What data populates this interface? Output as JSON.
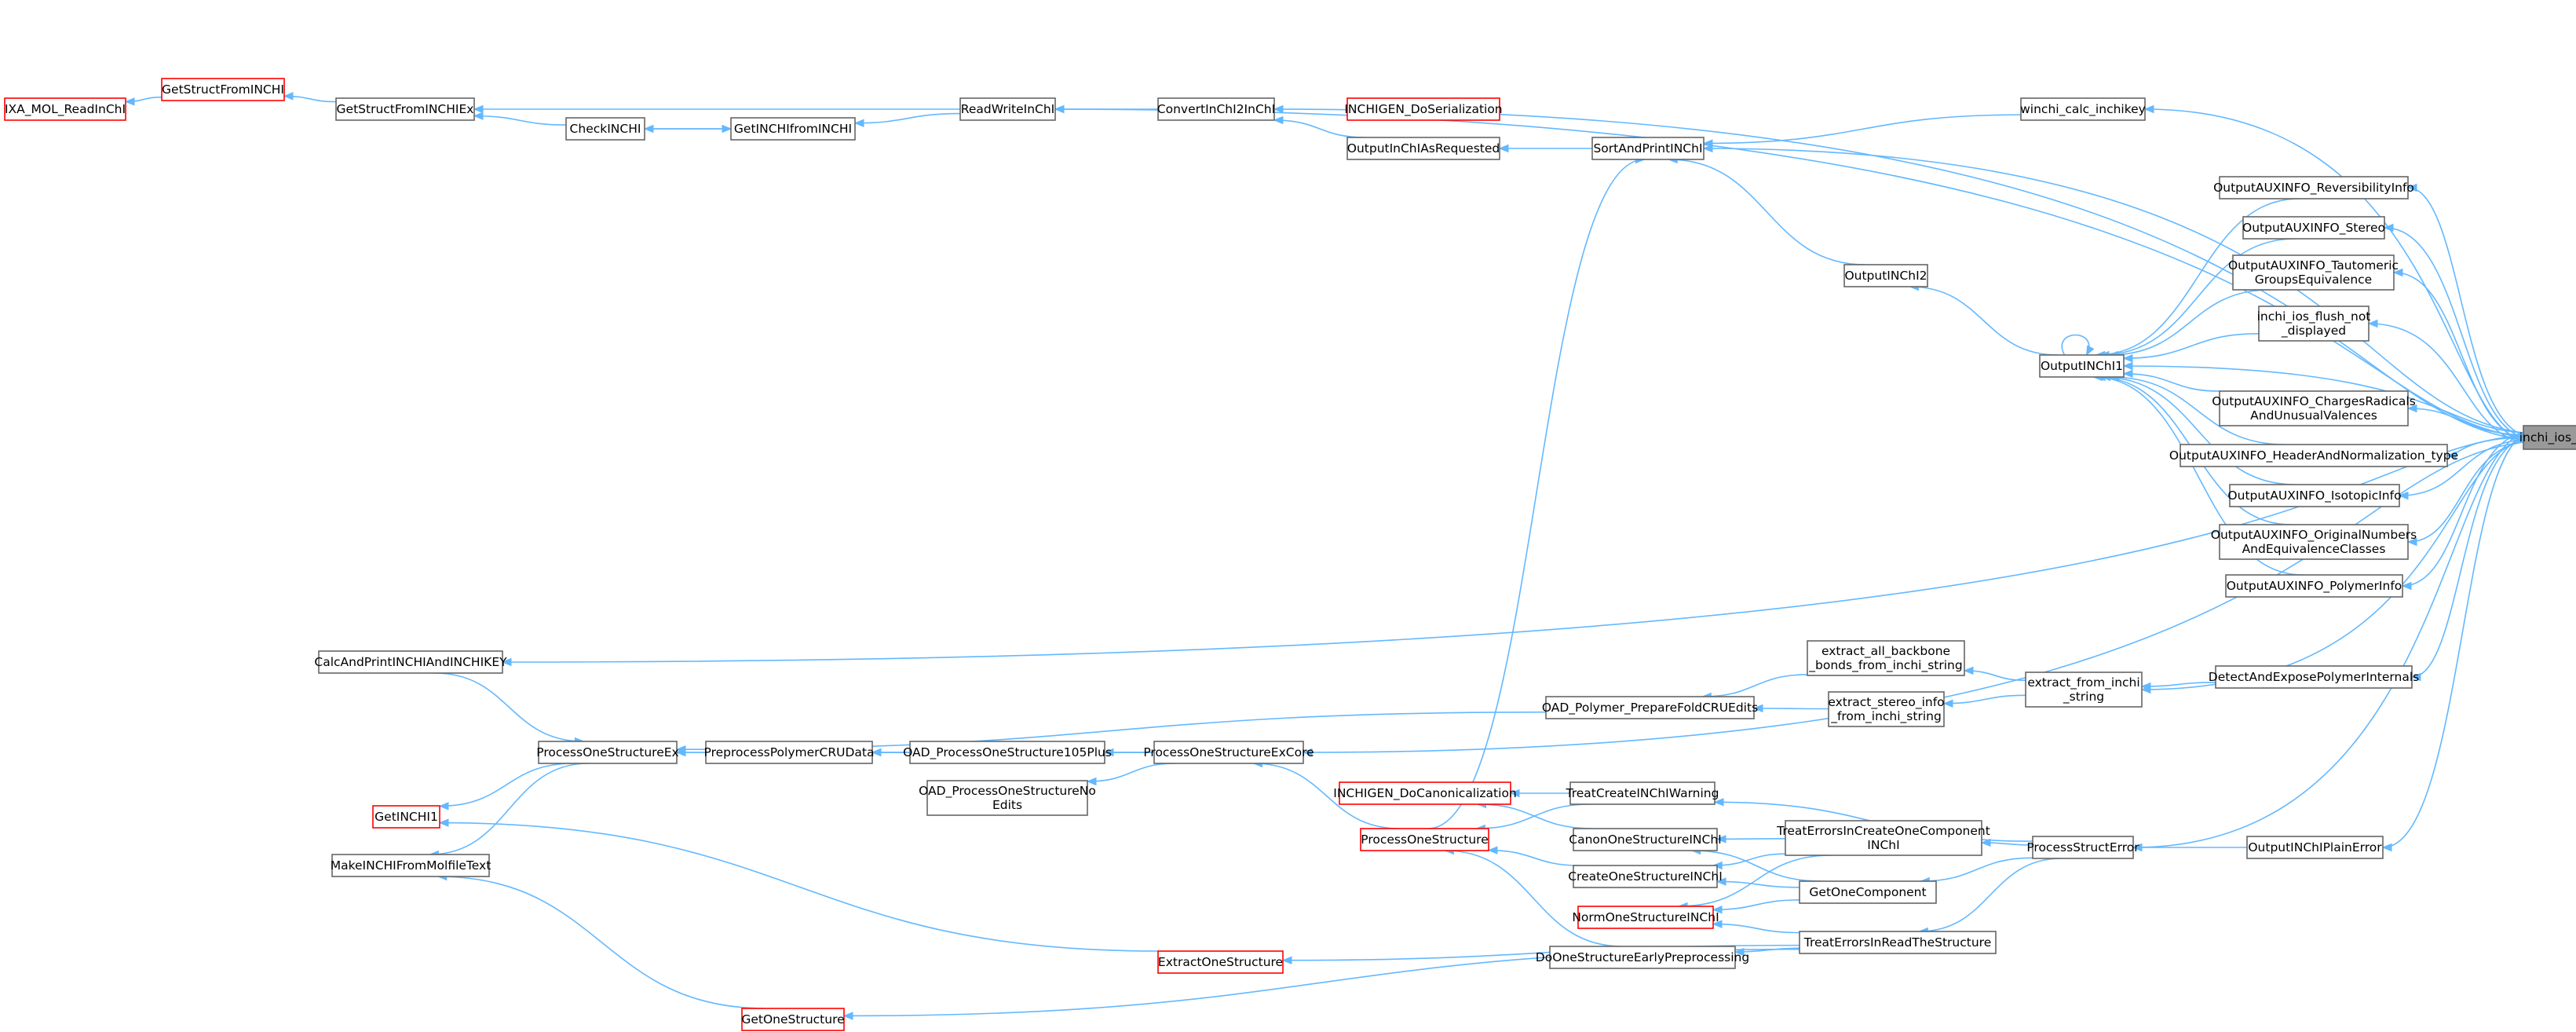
{
  "graph": {
    "target": "inchi_ios_print",
    "colors": {
      "edge": "#63b8ff",
      "node_border": "#666666",
      "node_border_truncated": "#ff0000",
      "target_fill": "#999999"
    },
    "nodes": [
      {
        "id": "ios",
        "lines": [
          "inchi_ios_print"
        ],
        "style": "target"
      },
      {
        "id": "ixa",
        "lines": [
          "IXA_MOL_ReadInChI"
        ],
        "style": "red"
      },
      {
        "id": "gsfi",
        "lines": [
          "GetStructFromINCHI"
        ],
        "style": "red"
      },
      {
        "id": "gsfie",
        "lines": [
          "GetStructFromINCHIEx"
        ],
        "style": "normal"
      },
      {
        "id": "check",
        "lines": [
          "CheckINCHI"
        ],
        "style": "normal"
      },
      {
        "id": "getfrom",
        "lines": [
          "GetINCHIfromINCHI"
        ],
        "style": "normal"
      },
      {
        "id": "rw",
        "lines": [
          "ReadWriteInChI"
        ],
        "style": "normal"
      },
      {
        "id": "conv",
        "lines": [
          "ConvertInChI2InChI"
        ],
        "style": "normal"
      },
      {
        "id": "inser",
        "lines": [
          "INCHIGEN_DoSerialization"
        ],
        "style": "red"
      },
      {
        "id": "oreq",
        "lines": [
          "OutputInChIAsRequested"
        ],
        "style": "normal"
      },
      {
        "id": "sort",
        "lines": [
          "SortAndPrintINChI"
        ],
        "style": "normal"
      },
      {
        "id": "winchi",
        "lines": [
          "winchi_calc_inchikey"
        ],
        "style": "normal"
      },
      {
        "id": "oi2",
        "lines": [
          "OutputINChI2"
        ],
        "style": "normal"
      },
      {
        "id": "oi1",
        "lines": [
          "OutputINChI1"
        ],
        "style": "normal"
      },
      {
        "id": "rev",
        "lines": [
          "OutputAUXINFO_ReversibilityInfo"
        ],
        "style": "normal"
      },
      {
        "id": "ster",
        "lines": [
          "OutputAUXINFO_Stereo"
        ],
        "style": "normal"
      },
      {
        "id": "taut",
        "lines": [
          "OutputAUXINFO_Tautomeric",
          "GroupsEquivalence"
        ],
        "style": "normal"
      },
      {
        "id": "flush",
        "lines": [
          "inchi_ios_flush_not",
          "_displayed"
        ],
        "style": "normal"
      },
      {
        "id": "charg",
        "lines": [
          "OutputAUXINFO_ChargesRadicals",
          "AndUnusualValences"
        ],
        "style": "normal"
      },
      {
        "id": "head",
        "lines": [
          "OutputAUXINFO_HeaderAndNormalization_type"
        ],
        "style": "normal"
      },
      {
        "id": "iso",
        "lines": [
          "OutputAUXINFO_IsotopicInfo"
        ],
        "style": "normal"
      },
      {
        "id": "orig",
        "lines": [
          "OutputAUXINFO_OriginalNumbers",
          "AndEquivalenceClasses"
        ],
        "style": "normal"
      },
      {
        "id": "poly",
        "lines": [
          "OutputAUXINFO_PolymerInfo"
        ],
        "style": "normal"
      },
      {
        "id": "calc",
        "lines": [
          "CalcAndPrintINCHIAndINCHIKEY"
        ],
        "style": "normal"
      },
      {
        "id": "eab",
        "lines": [
          "extract_all_backbone",
          "_bonds_from_inchi_string"
        ],
        "style": "normal"
      },
      {
        "id": "detect",
        "lines": [
          "DetectAndExposePolymerInternals"
        ],
        "style": "normal"
      },
      {
        "id": "oadprep",
        "lines": [
          "OAD_Polymer_PrepareFoldCRUEdits"
        ],
        "style": "normal"
      },
      {
        "id": "esi",
        "lines": [
          "extract_stereo_info",
          "_from_inchi_string"
        ],
        "style": "normal"
      },
      {
        "id": "efis",
        "lines": [
          "extract_from_inchi",
          "_string"
        ],
        "style": "normal"
      },
      {
        "id": "pose",
        "lines": [
          "ProcessOneStructureEx"
        ],
        "style": "normal"
      },
      {
        "id": "ppcru",
        "lines": [
          "PreprocessPolymerCRUData"
        ],
        "style": "normal"
      },
      {
        "id": "oad105",
        "lines": [
          "OAD_ProcessOneStructure105Plus"
        ],
        "style": "normal"
      },
      {
        "id": "posec",
        "lines": [
          "ProcessOneStructureExCore"
        ],
        "style": "normal"
      },
      {
        "id": "oadno",
        "lines": [
          "OAD_ProcessOneStructureNo",
          "Edits"
        ],
        "style": "normal"
      },
      {
        "id": "incan",
        "lines": [
          "INCHIGEN_DoCanonicalization"
        ],
        "style": "red"
      },
      {
        "id": "tciw",
        "lines": [
          "TreatCreateINChIWarning"
        ],
        "style": "normal"
      },
      {
        "id": "getinchi1",
        "lines": [
          "GetINCHI1"
        ],
        "style": "red"
      },
      {
        "id": "pos",
        "lines": [
          "ProcessOneStructure"
        ],
        "style": "red"
      },
      {
        "id": "canon",
        "lines": [
          "CanonOneStructureINChI"
        ],
        "style": "normal"
      },
      {
        "id": "teic",
        "lines": [
          "TreatErrorsInCreateOneComponent",
          "INChI"
        ],
        "style": "normal"
      },
      {
        "id": "pse",
        "lines": [
          "ProcessStructError"
        ],
        "style": "normal"
      },
      {
        "id": "oipe",
        "lines": [
          "OutputINChIPlainError"
        ],
        "style": "normal"
      },
      {
        "id": "make",
        "lines": [
          "MakeINCHIFromMolfileText"
        ],
        "style": "normal"
      },
      {
        "id": "create",
        "lines": [
          "CreateOneStructureINChI"
        ],
        "style": "normal"
      },
      {
        "id": "goc",
        "lines": [
          "GetOneComponent"
        ],
        "style": "normal"
      },
      {
        "id": "norm",
        "lines": [
          "NormOneStructureINChI"
        ],
        "style": "red"
      },
      {
        "id": "terts",
        "lines": [
          "TreatErrorsInReadTheStructure"
        ],
        "style": "normal"
      },
      {
        "id": "extract",
        "lines": [
          "ExtractOneStructure"
        ],
        "style": "red"
      },
      {
        "id": "doep",
        "lines": [
          "DoOneStructureEarlyPreprocessing"
        ],
        "style": "normal"
      },
      {
        "id": "gos",
        "lines": [
          "GetOneStructure"
        ],
        "style": "red"
      }
    ],
    "edges": [
      [
        "gsfi",
        "ixa"
      ],
      [
        "gsfie",
        "gsfi"
      ],
      [
        "check",
        "gsfie"
      ],
      [
        "rw",
        "gsfie"
      ],
      [
        "getfrom",
        "check"
      ],
      [
        "check",
        "getfrom"
      ],
      [
        "rw",
        "getfrom"
      ],
      [
        "conv",
        "rw"
      ],
      [
        "oreq",
        "conv"
      ],
      [
        "sort",
        "oreq"
      ],
      [
        "winchi",
        "sort"
      ],
      [
        "oi2",
        "sort"
      ],
      [
        "pos",
        "sort"
      ],
      [
        "oi1",
        "oi2"
      ],
      [
        "oi1",
        "oi1"
      ],
      [
        "rev",
        "oi1"
      ],
      [
        "ster",
        "oi1"
      ],
      [
        "taut",
        "oi1"
      ],
      [
        "flush",
        "oi1"
      ],
      [
        "charg",
        "oi1"
      ],
      [
        "head",
        "oi1"
      ],
      [
        "iso",
        "oi1"
      ],
      [
        "orig",
        "oi1"
      ],
      [
        "poly",
        "oi1"
      ],
      [
        "calc",
        "pose"
      ],
      [
        "pose",
        "getinchi1"
      ],
      [
        "pose",
        "make"
      ],
      [
        "ppcru",
        "pose"
      ],
      [
        "oadprep",
        "pose"
      ],
      [
        "posec",
        "pose"
      ],
      [
        "oad105",
        "ppcru"
      ],
      [
        "posec",
        "ppcru"
      ],
      [
        "posec",
        "oad105"
      ],
      [
        "posec",
        "oadno"
      ],
      [
        "pos",
        "posec"
      ],
      [
        "eab",
        "oadprep"
      ],
      [
        "esi",
        "oadprep"
      ],
      [
        "efis",
        "eab"
      ],
      [
        "efis",
        "esi"
      ],
      [
        "detect",
        "efis"
      ],
      [
        "pse",
        "tciw"
      ],
      [
        "pse",
        "teic"
      ],
      [
        "pse",
        "goc"
      ],
      [
        "pse",
        "terts"
      ],
      [
        "tciw",
        "incan"
      ],
      [
        "tciw",
        "pos"
      ],
      [
        "canon",
        "incan"
      ],
      [
        "teic",
        "canon"
      ],
      [
        "teic",
        "create"
      ],
      [
        "teic",
        "norm"
      ],
      [
        "goc",
        "canon"
      ],
      [
        "goc",
        "create"
      ],
      [
        "goc",
        "norm"
      ],
      [
        "create",
        "pos"
      ],
      [
        "terts",
        "norm"
      ],
      [
        "terts",
        "doep"
      ],
      [
        "terts",
        "extract"
      ],
      [
        "terts",
        "gos"
      ],
      [
        "doep",
        "pos"
      ],
      [
        "extract",
        "getinchi1"
      ],
      [
        "gos",
        "make"
      ],
      [
        "oipe",
        "pse"
      ],
      [
        "ios",
        "rw"
      ],
      [
        "ios",
        "conv"
      ],
      [
        "ios",
        "winchi"
      ],
      [
        "ios",
        "sort"
      ],
      [
        "ios",
        "rev"
      ],
      [
        "ios",
        "ster"
      ],
      [
        "ios",
        "taut"
      ],
      [
        "ios",
        "flush"
      ],
      [
        "ios",
        "oi1"
      ],
      [
        "ios",
        "charg"
      ],
      [
        "ios",
        "head"
      ],
      [
        "ios",
        "iso"
      ],
      [
        "ios",
        "orig"
      ],
      [
        "ios",
        "poly"
      ],
      [
        "ios",
        "calc"
      ],
      [
        "ios",
        "detect"
      ],
      [
        "ios",
        "efis"
      ],
      [
        "ios",
        "posec"
      ],
      [
        "ios",
        "pse"
      ],
      [
        "ios",
        "oipe"
      ]
    ]
  }
}
